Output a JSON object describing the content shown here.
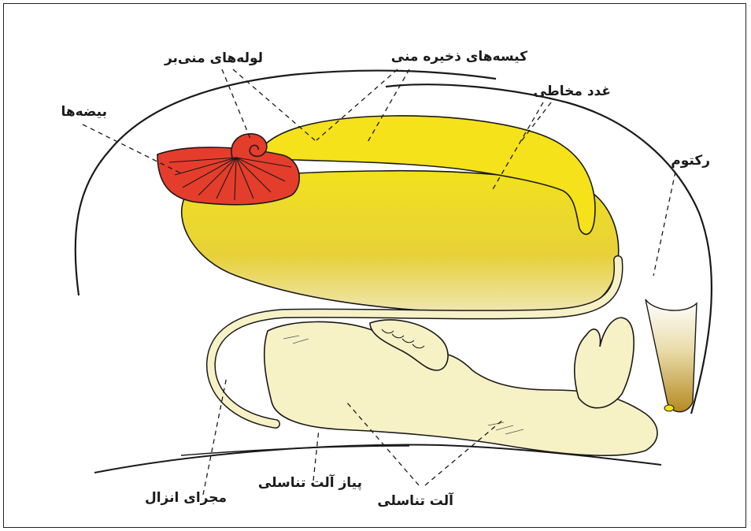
{
  "diagram": {
    "labels": {
      "testes": "بیضه‌ها",
      "vas_deferens": "لوله‌های منی‌بر",
      "seminal_vesicles": "کیسه‌های ذخیره منی",
      "mucous_gland": "غدد مخاطی",
      "rectum": "رکتوم",
      "ejaculatory_duct": "مجرای انزال",
      "penis_bulb": "پیاز آلت تناسلی",
      "penis": "آلت تناسلی"
    },
    "colors": {
      "testes": "#e53d2c",
      "vesicle_yellow": "#f5e21a",
      "gland_yellow": "#e8cf2a",
      "penis_cream": "#f7f1c6",
      "rectum_brown": "#c49a2c",
      "outline": "#1a1a1a"
    }
  }
}
